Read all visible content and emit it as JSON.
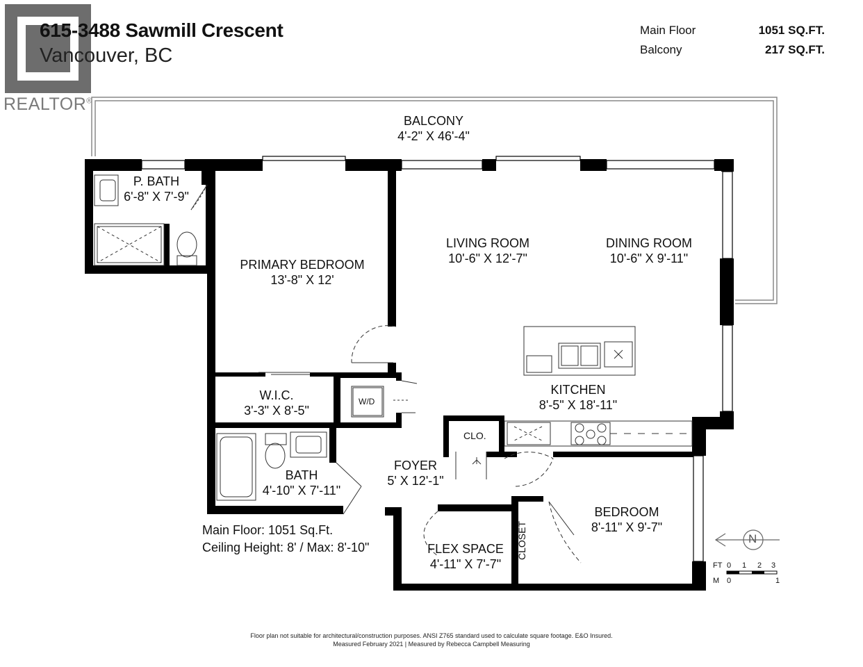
{
  "header": {
    "title": "615-3488 Sawmill Crescent",
    "subtitle": "Vancouver, BC",
    "areas": [
      {
        "label": "Main Floor",
        "value": "1051 SQ.FT."
      },
      {
        "label": "Balcony",
        "value": "217 SQ.FT."
      }
    ]
  },
  "logo": {
    "text": "REALTOR",
    "mark": "®"
  },
  "rooms": {
    "balcony": {
      "name": "BALCONY",
      "dims": "4'-2\" X 46'-4\""
    },
    "p_bath": {
      "name": "P. BATH",
      "dims": "6'-8\" X 7'-9\""
    },
    "primary_bedroom": {
      "name": "PRIMARY BEDROOM",
      "dims": "13'-8\" X 12'"
    },
    "living_room": {
      "name": "LIVING ROOM",
      "dims": "10'-6\" X 12'-7\""
    },
    "dining_room": {
      "name": "DINING ROOM",
      "dims": "10'-6\" X 9'-11\""
    },
    "wic": {
      "name": "W.I.C.",
      "dims": "3'-3\" X 8'-5\""
    },
    "kitchen": {
      "name": "KITCHEN",
      "dims": "8'-5\" X 18'-11\""
    },
    "bath": {
      "name": "BATH",
      "dims": "4'-10\" X 7'-11\""
    },
    "foyer": {
      "name": "FOYER",
      "dims": "5' X 12'-1\""
    },
    "bedroom": {
      "name": "BEDROOM",
      "dims": "8'-11\" X 9'-7\""
    },
    "flex_space": {
      "name": "FLEX SPACE",
      "dims": "4'-11\" X 7'-7\""
    }
  },
  "fixtures": {
    "wd": "W/D",
    "clo": "CLO.",
    "closet": "CLOSET"
  },
  "info": {
    "main_floor": "Main Floor: 1051 Sq.Ft.",
    "ceiling": "Ceiling Height: 8' / Max: 8'-10\""
  },
  "compass": {
    "letter": "N"
  },
  "scale": {
    "ft_label": "FT",
    "ft_ticks": [
      "0",
      "1",
      "2",
      "3"
    ],
    "m_label": "M",
    "m_ticks": [
      "0",
      "1"
    ]
  },
  "footer": {
    "line1": "Floor plan not suitable for architectural/construction purposes. ANSI Z765 standard used to calculate square footage. E&O Insured.",
    "line2": "Measured February 2021 | Measured by Rebecca Campbell Measuring"
  }
}
